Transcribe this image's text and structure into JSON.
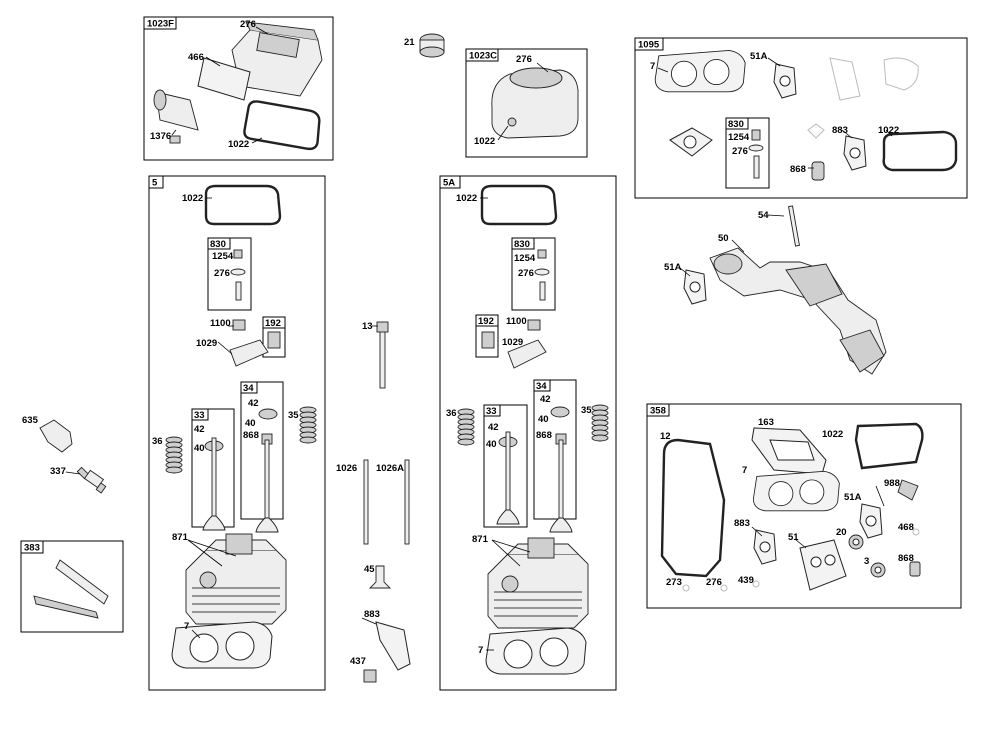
{
  "diagram": {
    "boxes": [
      {
        "id": "box-1023F",
        "title": "1023F"
      },
      {
        "id": "box-1023C",
        "title": "1023C"
      },
      {
        "id": "box-1095",
        "title": "1095"
      },
      {
        "id": "box-5",
        "title": "5"
      },
      {
        "id": "box-5A",
        "title": "5A"
      },
      {
        "id": "box-358",
        "title": "358"
      },
      {
        "id": "box-383",
        "title": "383"
      },
      {
        "id": "box-830-a",
        "title": "830"
      },
      {
        "id": "box-830-b",
        "title": "830"
      },
      {
        "id": "box-830-c",
        "title": "830"
      },
      {
        "id": "box-192-a",
        "title": "192"
      },
      {
        "id": "box-192-b",
        "title": "192"
      },
      {
        "id": "box-33-a",
        "title": "33"
      },
      {
        "id": "box-34-a",
        "title": "34"
      },
      {
        "id": "box-33-b",
        "title": "33"
      },
      {
        "id": "box-34-b",
        "title": "34"
      }
    ],
    "labels": [
      {
        "id": "l1",
        "text": "276"
      },
      {
        "id": "l2",
        "text": "466"
      },
      {
        "id": "l3",
        "text": "1376"
      },
      {
        "id": "l4",
        "text": "1022"
      },
      {
        "id": "l5",
        "text": "21"
      },
      {
        "id": "l6",
        "text": "276"
      },
      {
        "id": "l7",
        "text": "1022"
      },
      {
        "id": "l8",
        "text": "7"
      },
      {
        "id": "l9",
        "text": "51A"
      },
      {
        "id": "l10",
        "text": "1254"
      },
      {
        "id": "l11",
        "text": "276"
      },
      {
        "id": "l12",
        "text": "883"
      },
      {
        "id": "l13",
        "text": "1022"
      },
      {
        "id": "l14",
        "text": "868"
      },
      {
        "id": "l15",
        "text": "54"
      },
      {
        "id": "l16",
        "text": "50"
      },
      {
        "id": "l17",
        "text": "51A"
      },
      {
        "id": "l18",
        "text": "1022"
      },
      {
        "id": "l19",
        "text": "1254"
      },
      {
        "id": "l20",
        "text": "276"
      },
      {
        "id": "l21",
        "text": "1100"
      },
      {
        "id": "l22",
        "text": "1029"
      },
      {
        "id": "l23",
        "text": "42"
      },
      {
        "id": "l24",
        "text": "40"
      },
      {
        "id": "l25",
        "text": "868"
      },
      {
        "id": "l26",
        "text": "35"
      },
      {
        "id": "l27",
        "text": "42"
      },
      {
        "id": "l28",
        "text": "40"
      },
      {
        "id": "l29",
        "text": "36"
      },
      {
        "id": "l30",
        "text": "871"
      },
      {
        "id": "l31",
        "text": "7"
      },
      {
        "id": "l32",
        "text": "13"
      },
      {
        "id": "l33",
        "text": "1026"
      },
      {
        "id": "l34",
        "text": "1026A"
      },
      {
        "id": "l35",
        "text": "45"
      },
      {
        "id": "l36",
        "text": "883"
      },
      {
        "id": "l37",
        "text": "437"
      },
      {
        "id": "l38",
        "text": "1022"
      },
      {
        "id": "l39",
        "text": "1254"
      },
      {
        "id": "l40",
        "text": "276"
      },
      {
        "id": "l41",
        "text": "1100"
      },
      {
        "id": "l42",
        "text": "1029"
      },
      {
        "id": "l43",
        "text": "36"
      },
      {
        "id": "l44",
        "text": "42"
      },
      {
        "id": "l45",
        "text": "40"
      },
      {
        "id": "l46",
        "text": "42"
      },
      {
        "id": "l47",
        "text": "40"
      },
      {
        "id": "l48",
        "text": "868"
      },
      {
        "id": "l49",
        "text": "35"
      },
      {
        "id": "l50",
        "text": "871"
      },
      {
        "id": "l51",
        "text": "7"
      },
      {
        "id": "l52",
        "text": "635"
      },
      {
        "id": "l53",
        "text": "337"
      },
      {
        "id": "l54",
        "text": "12"
      },
      {
        "id": "l55",
        "text": "163"
      },
      {
        "id": "l56",
        "text": "1022"
      },
      {
        "id": "l57",
        "text": "7"
      },
      {
        "id": "l58",
        "text": "988"
      },
      {
        "id": "l59",
        "text": "51A"
      },
      {
        "id": "l60",
        "text": "883"
      },
      {
        "id": "l61",
        "text": "51"
      },
      {
        "id": "l62",
        "text": "20"
      },
      {
        "id": "l63",
        "text": "468"
      },
      {
        "id": "l64",
        "text": "3"
      },
      {
        "id": "l65",
        "text": "868"
      },
      {
        "id": "l66",
        "text": "273"
      },
      {
        "id": "l67",
        "text": "276"
      },
      {
        "id": "l68",
        "text": "439"
      }
    ]
  }
}
